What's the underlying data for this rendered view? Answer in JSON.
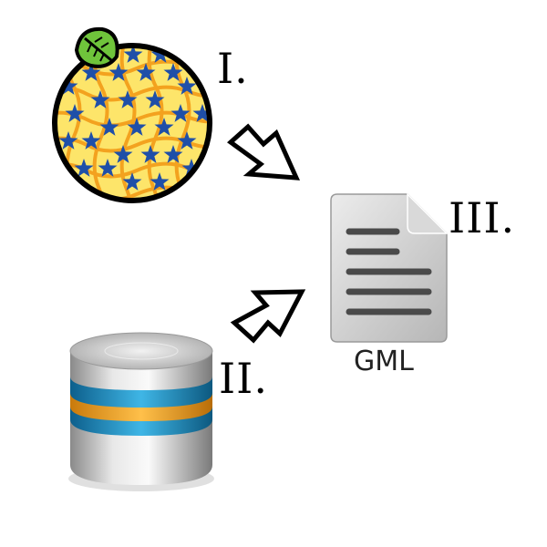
{
  "labels": {
    "step_one": "I.",
    "step_two": "II.",
    "step_three": "III."
  },
  "document": {
    "format_label": "GML"
  },
  "colors": {
    "melon_fill": "#fde56a",
    "melon_stroke": "#000000",
    "melon_lines": "#f3a21f",
    "stars": "#1f4fa8",
    "leaf": "#6fc43b",
    "document_fill": "#c9c9c9",
    "document_lines": "#4a4a4a",
    "db_blue": "#1e8bc0",
    "db_orange": "#f0a01e",
    "db_silver": "#b5b5b5"
  },
  "icons": [
    "geopackage-melon-icon",
    "database-icon",
    "gml-document-icon",
    "arrow-icon"
  ]
}
